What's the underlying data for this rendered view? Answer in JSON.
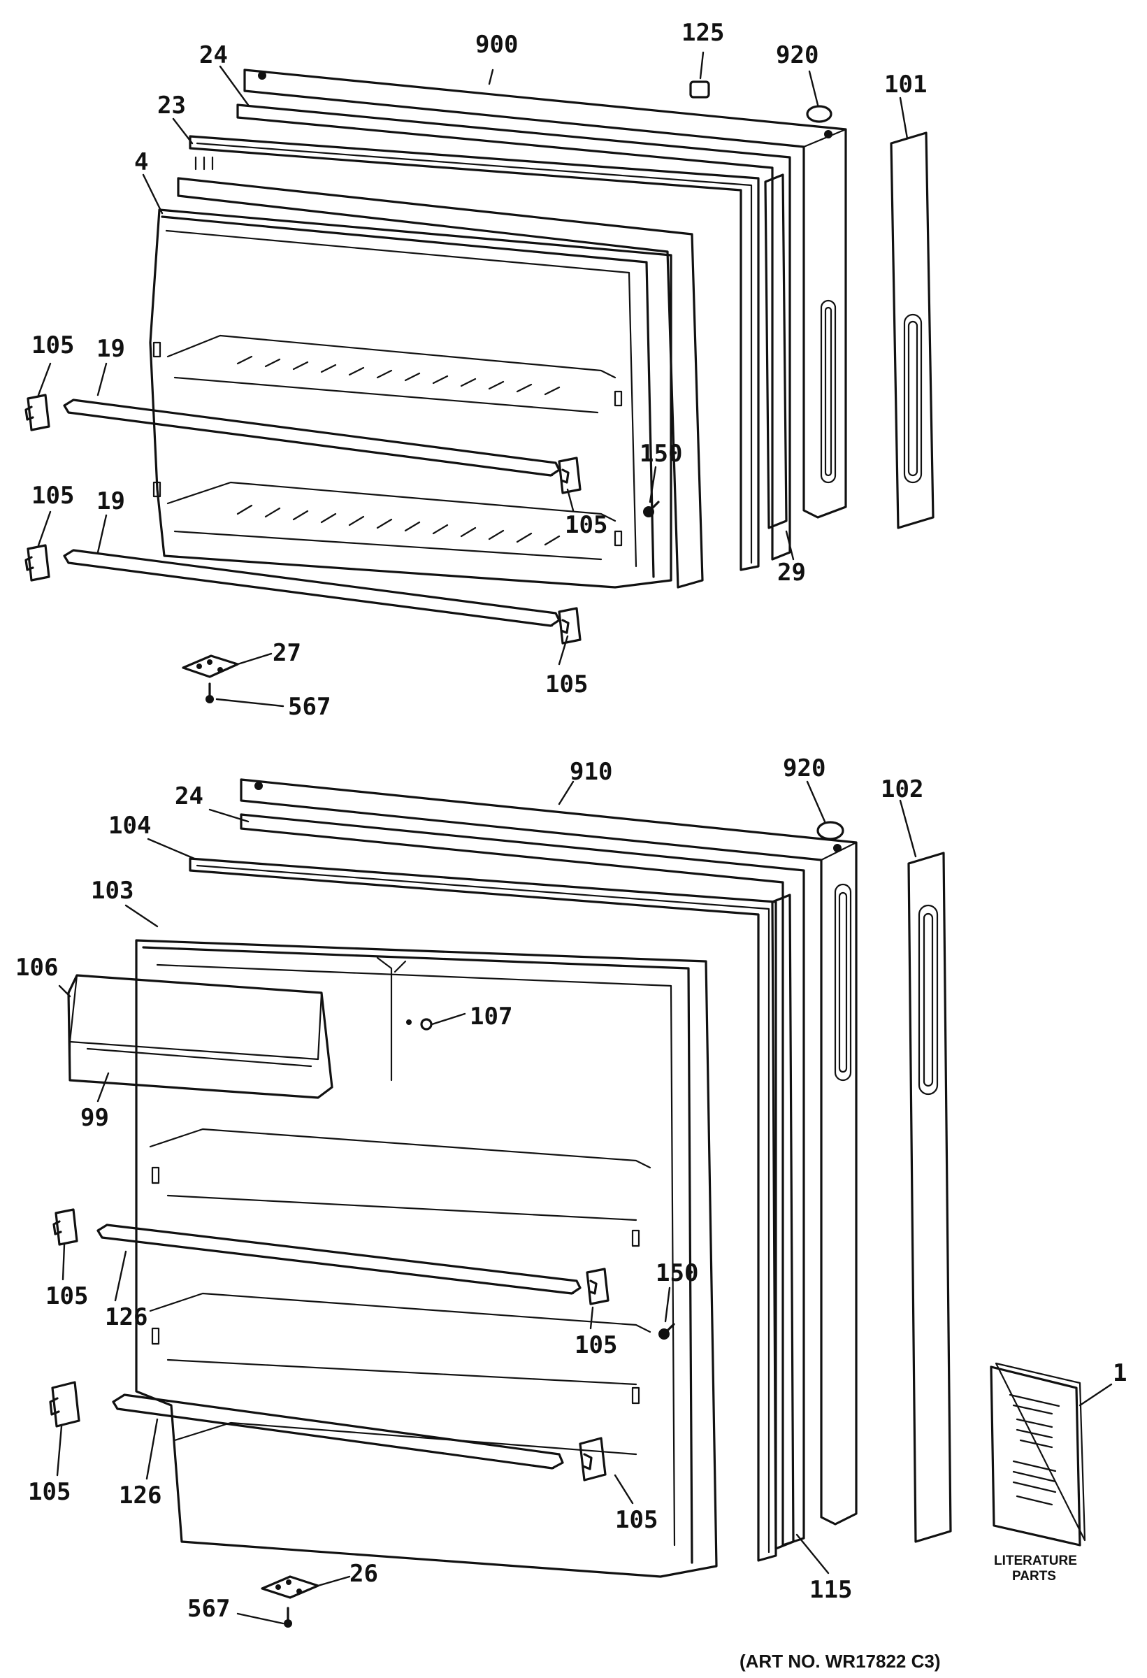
{
  "diagram": {
    "art_number": "(ART NO. WR17822 C3)",
    "literature_label_line1": "LITERATURE",
    "literature_label_line2": "PARTS",
    "freezer_callouts": {
      "door_panel_outer": "900",
      "label_24": "24",
      "label_23": "23",
      "label_4": "4",
      "label_125": "125",
      "label_920": "920",
      "label_101": "101",
      "label_105_left_top": "105",
      "label_19_top": "19",
      "label_105_left_mid": "105",
      "label_19_mid": "19",
      "label_150": "150",
      "label_105_right_top": "105",
      "label_29": "29",
      "label_27": "27",
      "label_567": "567",
      "label_105_right_bottom": "105"
    },
    "fresh_food_callouts": {
      "label_910": "910",
      "label_920": "920",
      "label_102": "102",
      "label_24": "24",
      "label_104": "104",
      "label_103": "103",
      "label_106": "106",
      "label_107": "107",
      "label_99": "99",
      "label_105_left_a": "105",
      "label_126_a": "126",
      "label_150": "150",
      "label_105_right_a": "105",
      "label_105_left_b": "105",
      "label_126_b": "126",
      "label_105_right_b": "105",
      "label_1": "1",
      "label_115": "115",
      "label_26": "26",
      "label_567": "567"
    }
  }
}
